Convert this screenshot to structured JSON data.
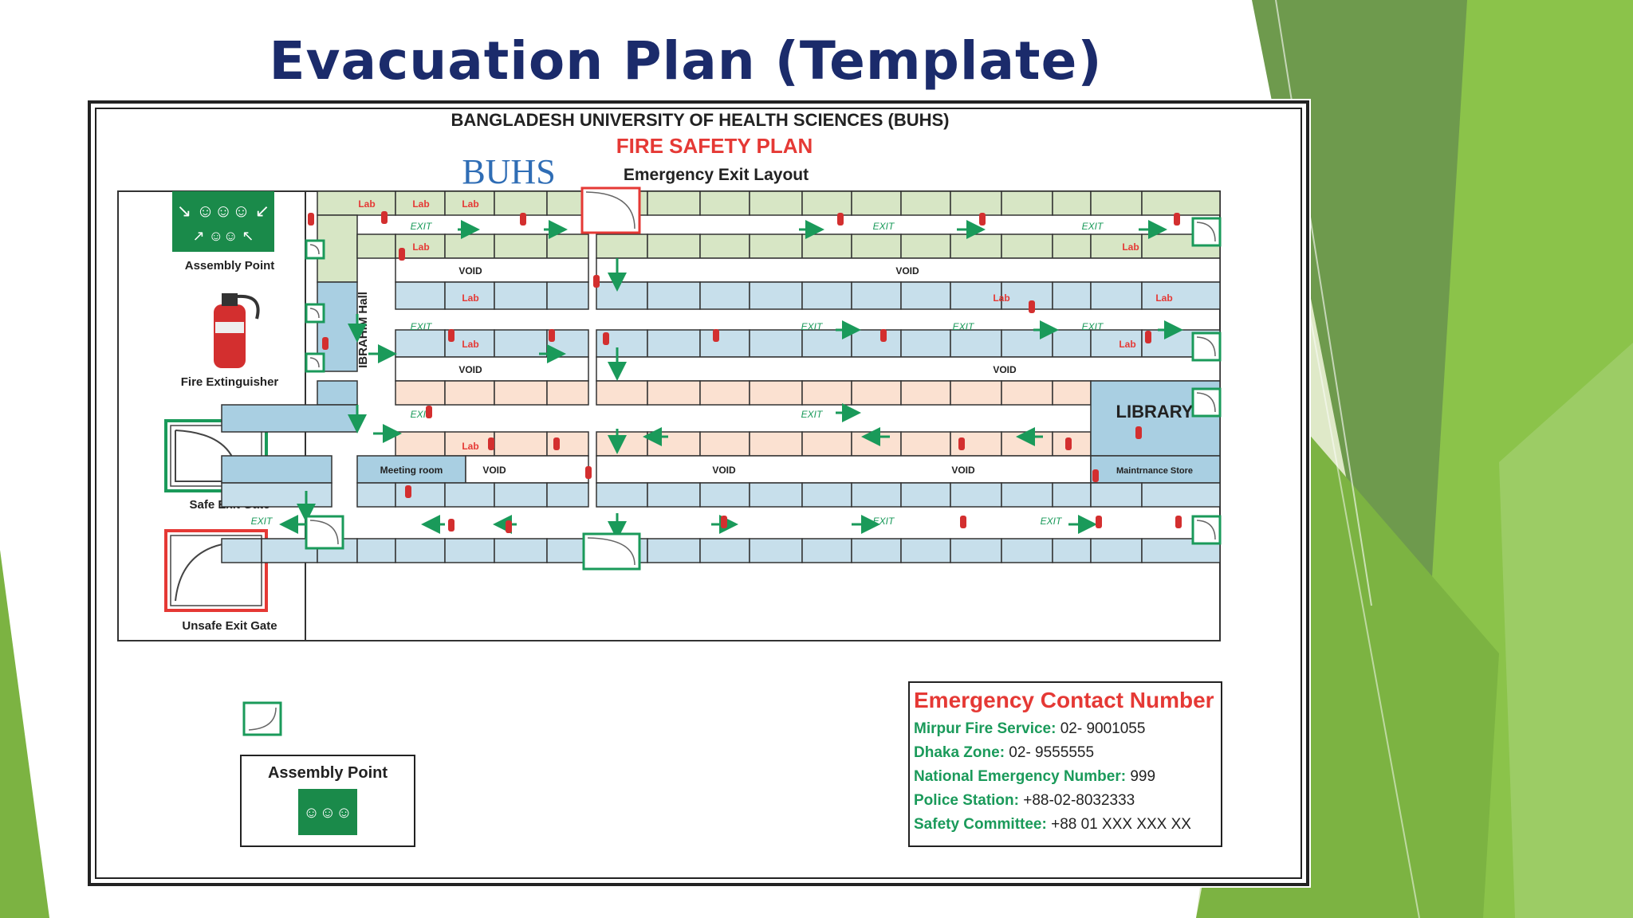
{
  "slide": {
    "title": "Evacuation Plan (Template)"
  },
  "plan": {
    "institution": "BANGLADESH UNIVERSITY OF HEALTH SCIENCES (BUHS)",
    "heading": "FIRE SAFETY PLAN",
    "subheading": "Emergency Exit Layout",
    "logo_text": "BUHS",
    "hall_label": "IBRAHIM Hall",
    "rooms": {
      "lab": "Lab",
      "void": "VOID",
      "library": "LIBRARY",
      "meeting_room": "Meeting room",
      "maintenance_store": "Maintrnance Store"
    },
    "exit_label": "EXIT"
  },
  "legend": {
    "assembly_point": "Assembly Point",
    "fire_extinguisher": "Fire Extinguisher",
    "safe_exit_gate": "Safe Exit Gate",
    "unsafe_exit_gate": "Unsafe Exit Gate",
    "assembly_box_title": "Assembly Point"
  },
  "contacts": {
    "title": "Emergency Contact Number",
    "items": [
      {
        "label": "Mirpur Fire Service:",
        "value": " 02- 9001055"
      },
      {
        "label": "Dhaka Zone:",
        "value": " 02- 9555555"
      },
      {
        "label": "National Emergency Number:",
        "value": " 999"
      },
      {
        "label": "Police Station:",
        "value": " +88-02-8032333"
      },
      {
        "label": "Safety Committee:",
        "value": " +88 01 XXX XXX XX"
      }
    ]
  },
  "colors": {
    "title": "#1b2b6b",
    "exit_green": "#1a9a5a",
    "lab_red": "#e53935",
    "row_green": "#d7e6c5",
    "row_blue": "#c7dfeb",
    "row_blue_dark": "#a9cfe2",
    "row_peach": "#fbe1d1",
    "slide_green": "#8bc34a"
  }
}
